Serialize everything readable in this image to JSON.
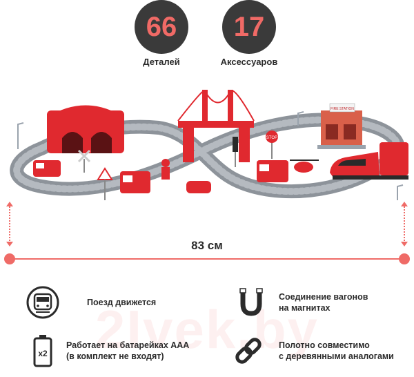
{
  "stats": [
    {
      "value": "66",
      "label": "Деталей"
    },
    {
      "value": "17",
      "label": "Аксессуаров"
    }
  ],
  "scene": {
    "station_sign": "FIRE STATION",
    "stop_sign": "STOP"
  },
  "dimension": {
    "text": "83 см"
  },
  "features": [
    {
      "icon": "train-icon",
      "text_lines": [
        "Поезд движется"
      ]
    },
    {
      "icon": "magnet-icon",
      "text_lines": [
        "Соединение вагонов",
        "на магнитах"
      ]
    },
    {
      "icon": "battery-icon",
      "badge": "x2",
      "text_lines": [
        "Работает на батарейках ААА",
        "(в комплект не входят)"
      ]
    },
    {
      "icon": "chain-link-icon",
      "text_lines": [
        "Полотно совместимо",
        "с деревянными аналогами"
      ]
    }
  ],
  "watermark": "2Ivek.by",
  "colors": {
    "accent": "#ef6b67",
    "circle": "#3a3a3a",
    "toy_red": "#e0292f",
    "track": "#8d939a"
  }
}
